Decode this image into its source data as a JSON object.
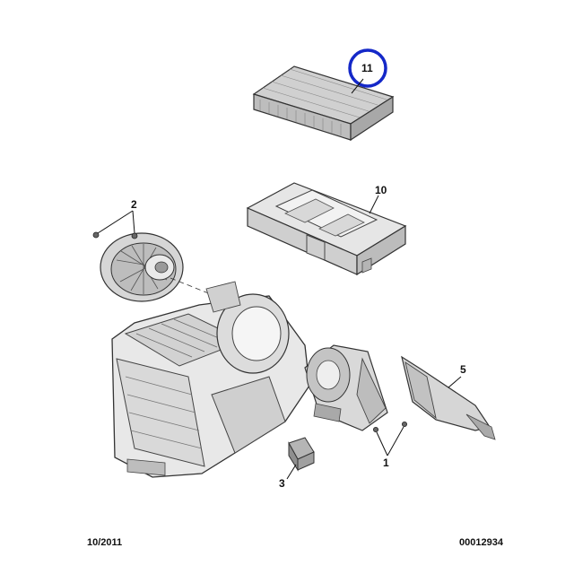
{
  "callouts": {
    "part_1": "1",
    "part_2": "2",
    "part_3": "3",
    "part_5": "5",
    "part_10": "10",
    "part_11": "11"
  },
  "highlight_color": "#1428c8",
  "footer": {
    "date": "10/2011",
    "reference": "00012934"
  }
}
